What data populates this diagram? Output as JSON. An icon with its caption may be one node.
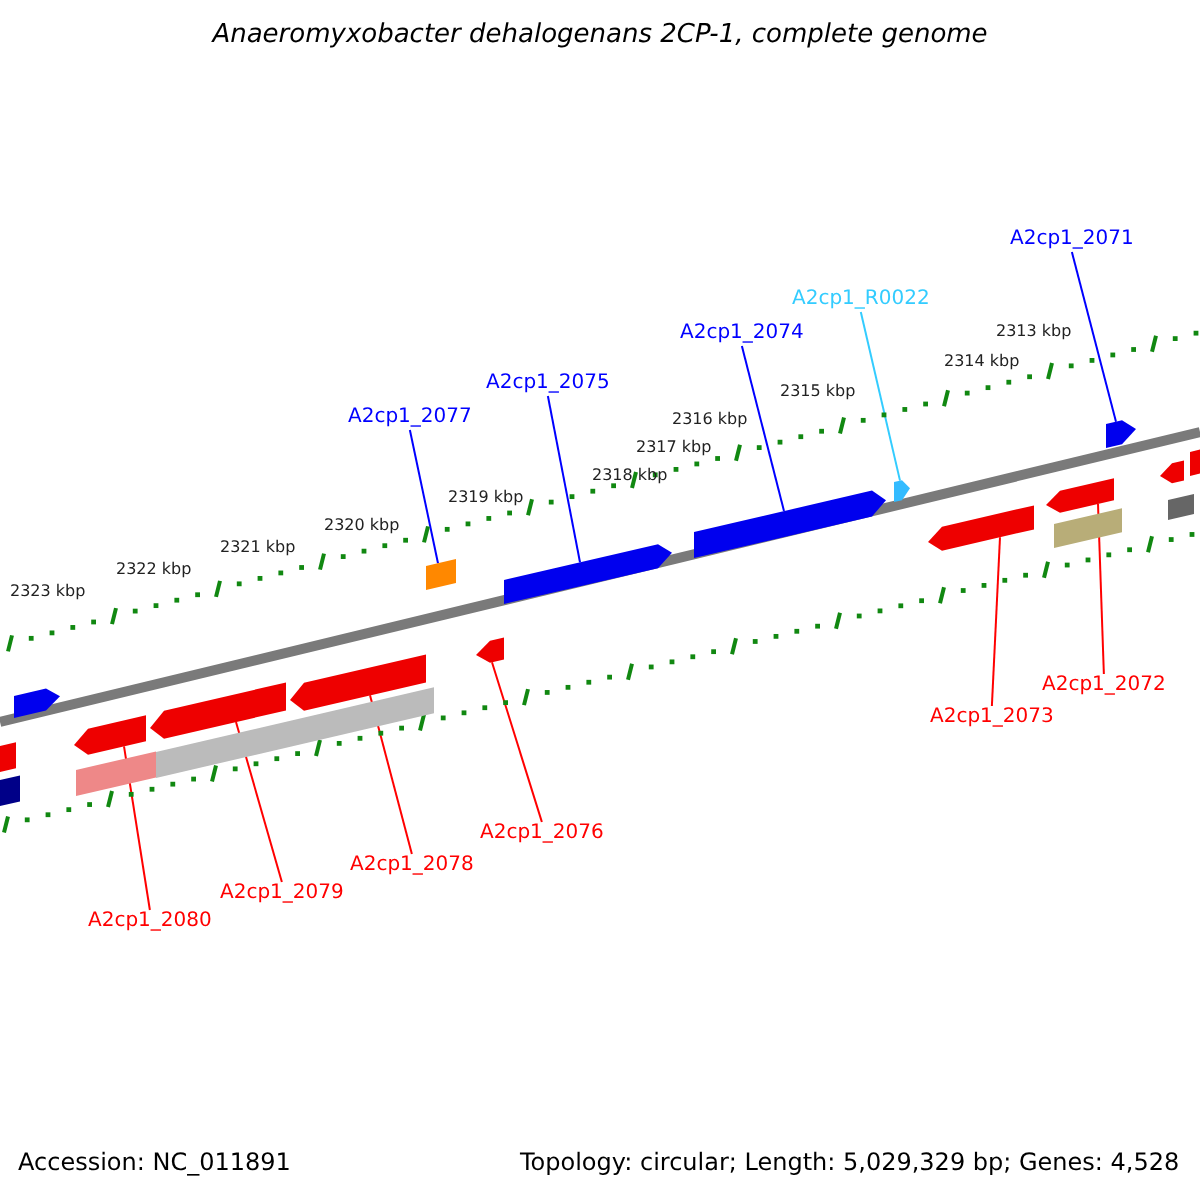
{
  "diagram": {
    "title": "Anaeromyxobacter dehalogenans 2CP-1, complete genome",
    "nodes": [
      {
        "text": [
          "A2cp1_2071"
        ]
      },
      {
        "text": [
          "A2cp1_R0022"
        ]
      },
      {
        "text": [
          "A2cp1_2074"
        ]
      },
      {
        "text": [
          "A2cp1_2075"
        ]
      },
      {
        "text": [
          "A2cp1_2077"
        ]
      },
      {
        "text": [
          "A2cp1_2072"
        ]
      },
      {
        "text": [
          "A2cp1_2073"
        ]
      },
      {
        "text": [
          "A2cp1_2076"
        ]
      },
      {
        "text": [
          "A2cp1_2078"
        ]
      },
      {
        "text": [
          "A2cp1_2079"
        ]
      },
      {
        "text": [
          "A2cp1_2080"
        ]
      },
      {
        "text": [],
        "shape": "arrow"
      },
      {
        "text": [],
        "shape": "arrow"
      },
      {
        "text": [],
        "shape": "arrow"
      },
      {
        "text": [],
        "shape": "box"
      },
      {
        "text": [],
        "shape": "arrow"
      },
      {
        "text": [],
        "shape": "arrow"
      },
      {
        "text": [],
        "shape": "arrow"
      },
      {
        "text": [],
        "shape": "arrow"
      },
      {
        "text": [],
        "shape": "arrow"
      },
      {
        "text": [],
        "shape": "arrow"
      },
      {
        "text": [],
        "shape": "arrow"
      }
    ],
    "edges": [
      {
        "from": 0,
        "to": 21,
        "arrow": "none",
        "color": "#0000ff"
      },
      {
        "from": 1,
        "to": 18,
        "arrow": "none",
        "color": "#33ccff"
      },
      {
        "from": 2,
        "to": 17,
        "arrow": "none",
        "color": "#0000ff"
      },
      {
        "from": 3,
        "to": 16,
        "arrow": "none",
        "color": "#0000ff"
      },
      {
        "from": 4,
        "to": 14,
        "arrow": "none",
        "color": "#0000ff"
      },
      {
        "from": 5,
        "to": 20,
        "arrow": "none"
      },
      {
        "from": 6,
        "to": 19,
        "arrow": "none"
      },
      {
        "from": 7,
        "to": 15,
        "arrow": "none"
      },
      {
        "from": 8,
        "to": 13,
        "arrow": "none"
      },
      {
        "from": 9,
        "to": 12,
        "arrow": "none"
      },
      {
        "from": 10,
        "to": 11,
        "arrow": "none"
      }
    ],
    "labels": [
      "2313 kbp",
      "2314 kbp",
      "2315 kbp",
      "2316 kbp",
      "2317 kbp",
      "2318 kbp",
      "2319 kbp",
      "2320 kbp",
      "2321 kbp",
      "2322 kbp",
      "2323 kbp",
      "Accession: NC_011891",
      "Topology: circular; Length: 5,029,329 bp; Genes: 4,528"
    ]
  }
}
